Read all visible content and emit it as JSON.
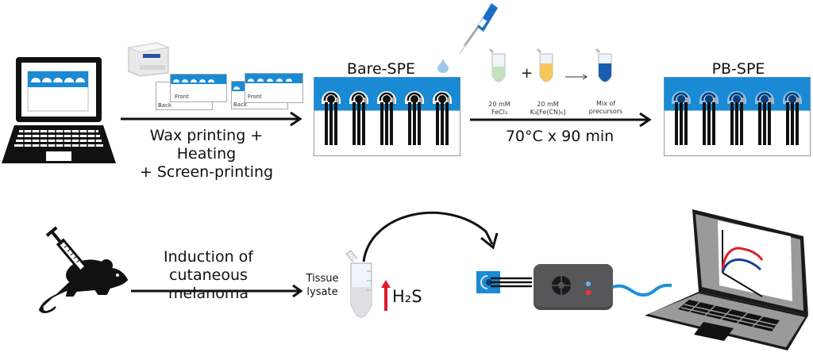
{
  "top_row": {
    "step1": {
      "label_line1": "Wax printing + Heating",
      "label_line2": "+ Screen-printing",
      "paper_front": "Front",
      "paper_back": "Back",
      "paper2_front": "Front",
      "paper2_back": "Back"
    },
    "bare_spe": {
      "title": "Bare-SPE"
    },
    "step2": {
      "reagent1_line1": "20 mM",
      "reagent1_line2": "FeCl₃",
      "plus": "+",
      "reagent2_line1": "20 mM",
      "reagent2_line2": "K₃[Fe(CN)₆]",
      "arrow": "→",
      "mix_line1": "Mix of",
      "mix_line2": "precursors",
      "condition": "70°C x 90 min"
    },
    "pb_spe": {
      "title": "PB-SPE"
    }
  },
  "bottom_row": {
    "induction_line1": "Induction of",
    "induction_line2": "cutaneous melanoma",
    "tissue_line1": "Tissue",
    "tissue_line2": "lysate",
    "analyte": "H₂S"
  },
  "colors": {
    "spe_blue": "#1a8ad4",
    "pb_dark": "#0d3c78",
    "arrow_red": "#e0182d",
    "curve_red": "#e01f26",
    "curve_blue": "#1c3f94",
    "cable_blue": "#1e90d8",
    "device_gray": "#4a4a4c"
  }
}
